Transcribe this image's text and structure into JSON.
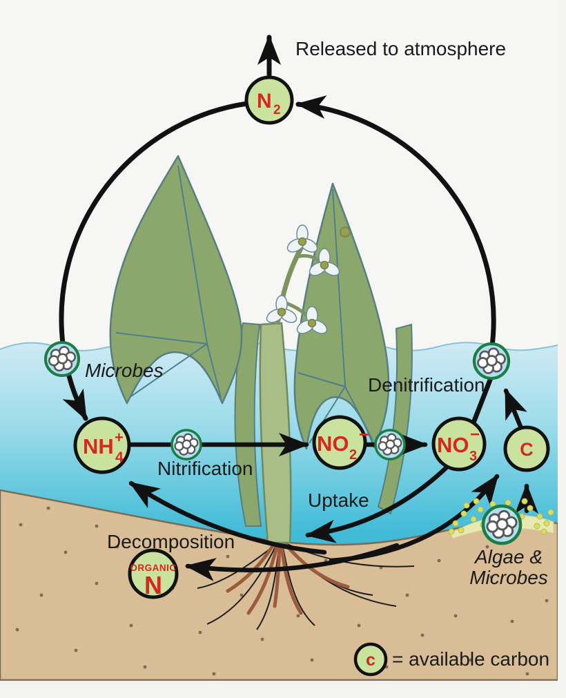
{
  "labels": {
    "released_to_atmosphere": "Released to atmosphere",
    "microbes": "Microbes",
    "denitrification": "Denitrification",
    "nitrification": "Nitrification",
    "uptake": "Uptake",
    "decomposition": "Decomposition",
    "algae_line1": "Algae &",
    "algae_line2": "Microbes",
    "legend_text": "= available carbon"
  },
  "nodes": {
    "n2": {
      "main": "N",
      "sub": "2"
    },
    "nh4": {
      "main": "NH",
      "sub": "4",
      "sup": "+"
    },
    "no2": {
      "main": "NO",
      "sub": "2",
      "sup": "−"
    },
    "no3": {
      "main": "NO",
      "sub": "3",
      "sup": "−"
    },
    "organic_n": {
      "line1": "ORGANIC",
      "line2": "N"
    },
    "carbon": {
      "label": "C"
    },
    "legend_c": {
      "label": "c"
    }
  },
  "icons": {
    "microbe": "microbe-cluster-icon",
    "arrow": "arrowhead"
  },
  "colors": {
    "sky": "#f6f6f4",
    "margin": "#f3f3f1",
    "water_top": "#cfeaf5",
    "water_mid": "#9adbe9",
    "water_deep": "#45bcd8",
    "water_bottom": "#17a8cd",
    "waterline": "#86c3d8",
    "sand": "#d8bd96",
    "sand_edge": "#7d6c51",
    "sand_dot": "#7f6a52",
    "node_fill": "#c9e29d",
    "node_stroke": "#111111",
    "node_text": "#d7281f",
    "microbe_ring": "#1b7e44",
    "microbe_fill": "#b2def0",
    "microbe_dot": "#57585a",
    "arrow": "#111111",
    "label_text": "#1a1a1a",
    "leaf": "#8ba76b",
    "leaf_line": "#567f83",
    "stem": "#a9bd87",
    "stem_line": "#6f8a5e",
    "root_brown": "#9c5b3c",
    "root_dark": "#1d1d1d",
    "flower": "#edf3f6",
    "flower_edge": "#6b8b96",
    "flower_center": "#96a050",
    "algae_band": "#e9e8b0",
    "algae_dot": "#d8de62"
  }
}
